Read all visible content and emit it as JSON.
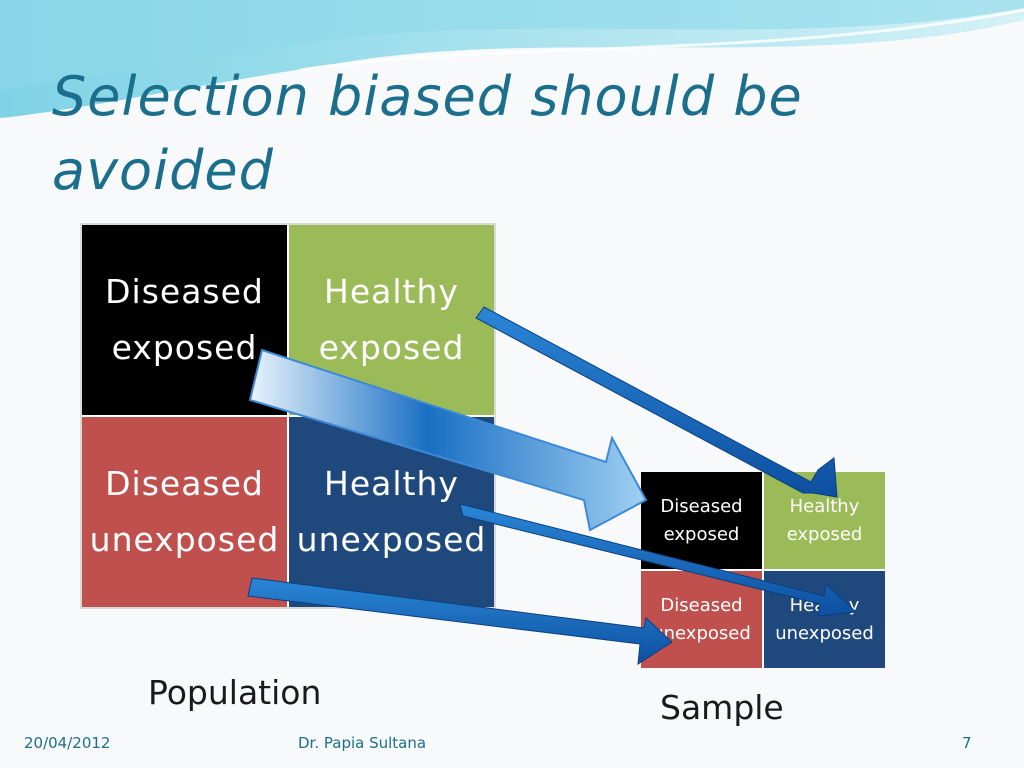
{
  "slide": {
    "title": "Selection biased should be avoided",
    "population": {
      "label": "Population",
      "cells": [
        {
          "line1": "Diseased",
          "line2": "exposed"
        },
        {
          "line1": "Healthy",
          "line2": "exposed"
        },
        {
          "line1": "Diseased",
          "line2": "unexposed"
        },
        {
          "line1": "Healthy",
          "line2": "unexposed"
        }
      ]
    },
    "sample": {
      "label": "Sample",
      "cells": [
        {
          "line1": "Diseased",
          "line2": "exposed"
        },
        {
          "line1": "Healthy",
          "line2": "exposed"
        },
        {
          "line1": "Diseased",
          "line2": "unexposed"
        },
        {
          "line1": "Healthy",
          "line2": "unexposed"
        }
      ]
    },
    "footer": {
      "date": "20/04/2012",
      "author": "Dr. Papia Sultana",
      "page": "7"
    },
    "colors": {
      "diseased_exposed": "#000000",
      "healthy_exposed": "#9bbb59",
      "diseased_unexposed": "#c0504d",
      "healthy_unexposed": "#1f497d",
      "title": "#1b6f8c",
      "arrow": "#1565c0"
    }
  }
}
